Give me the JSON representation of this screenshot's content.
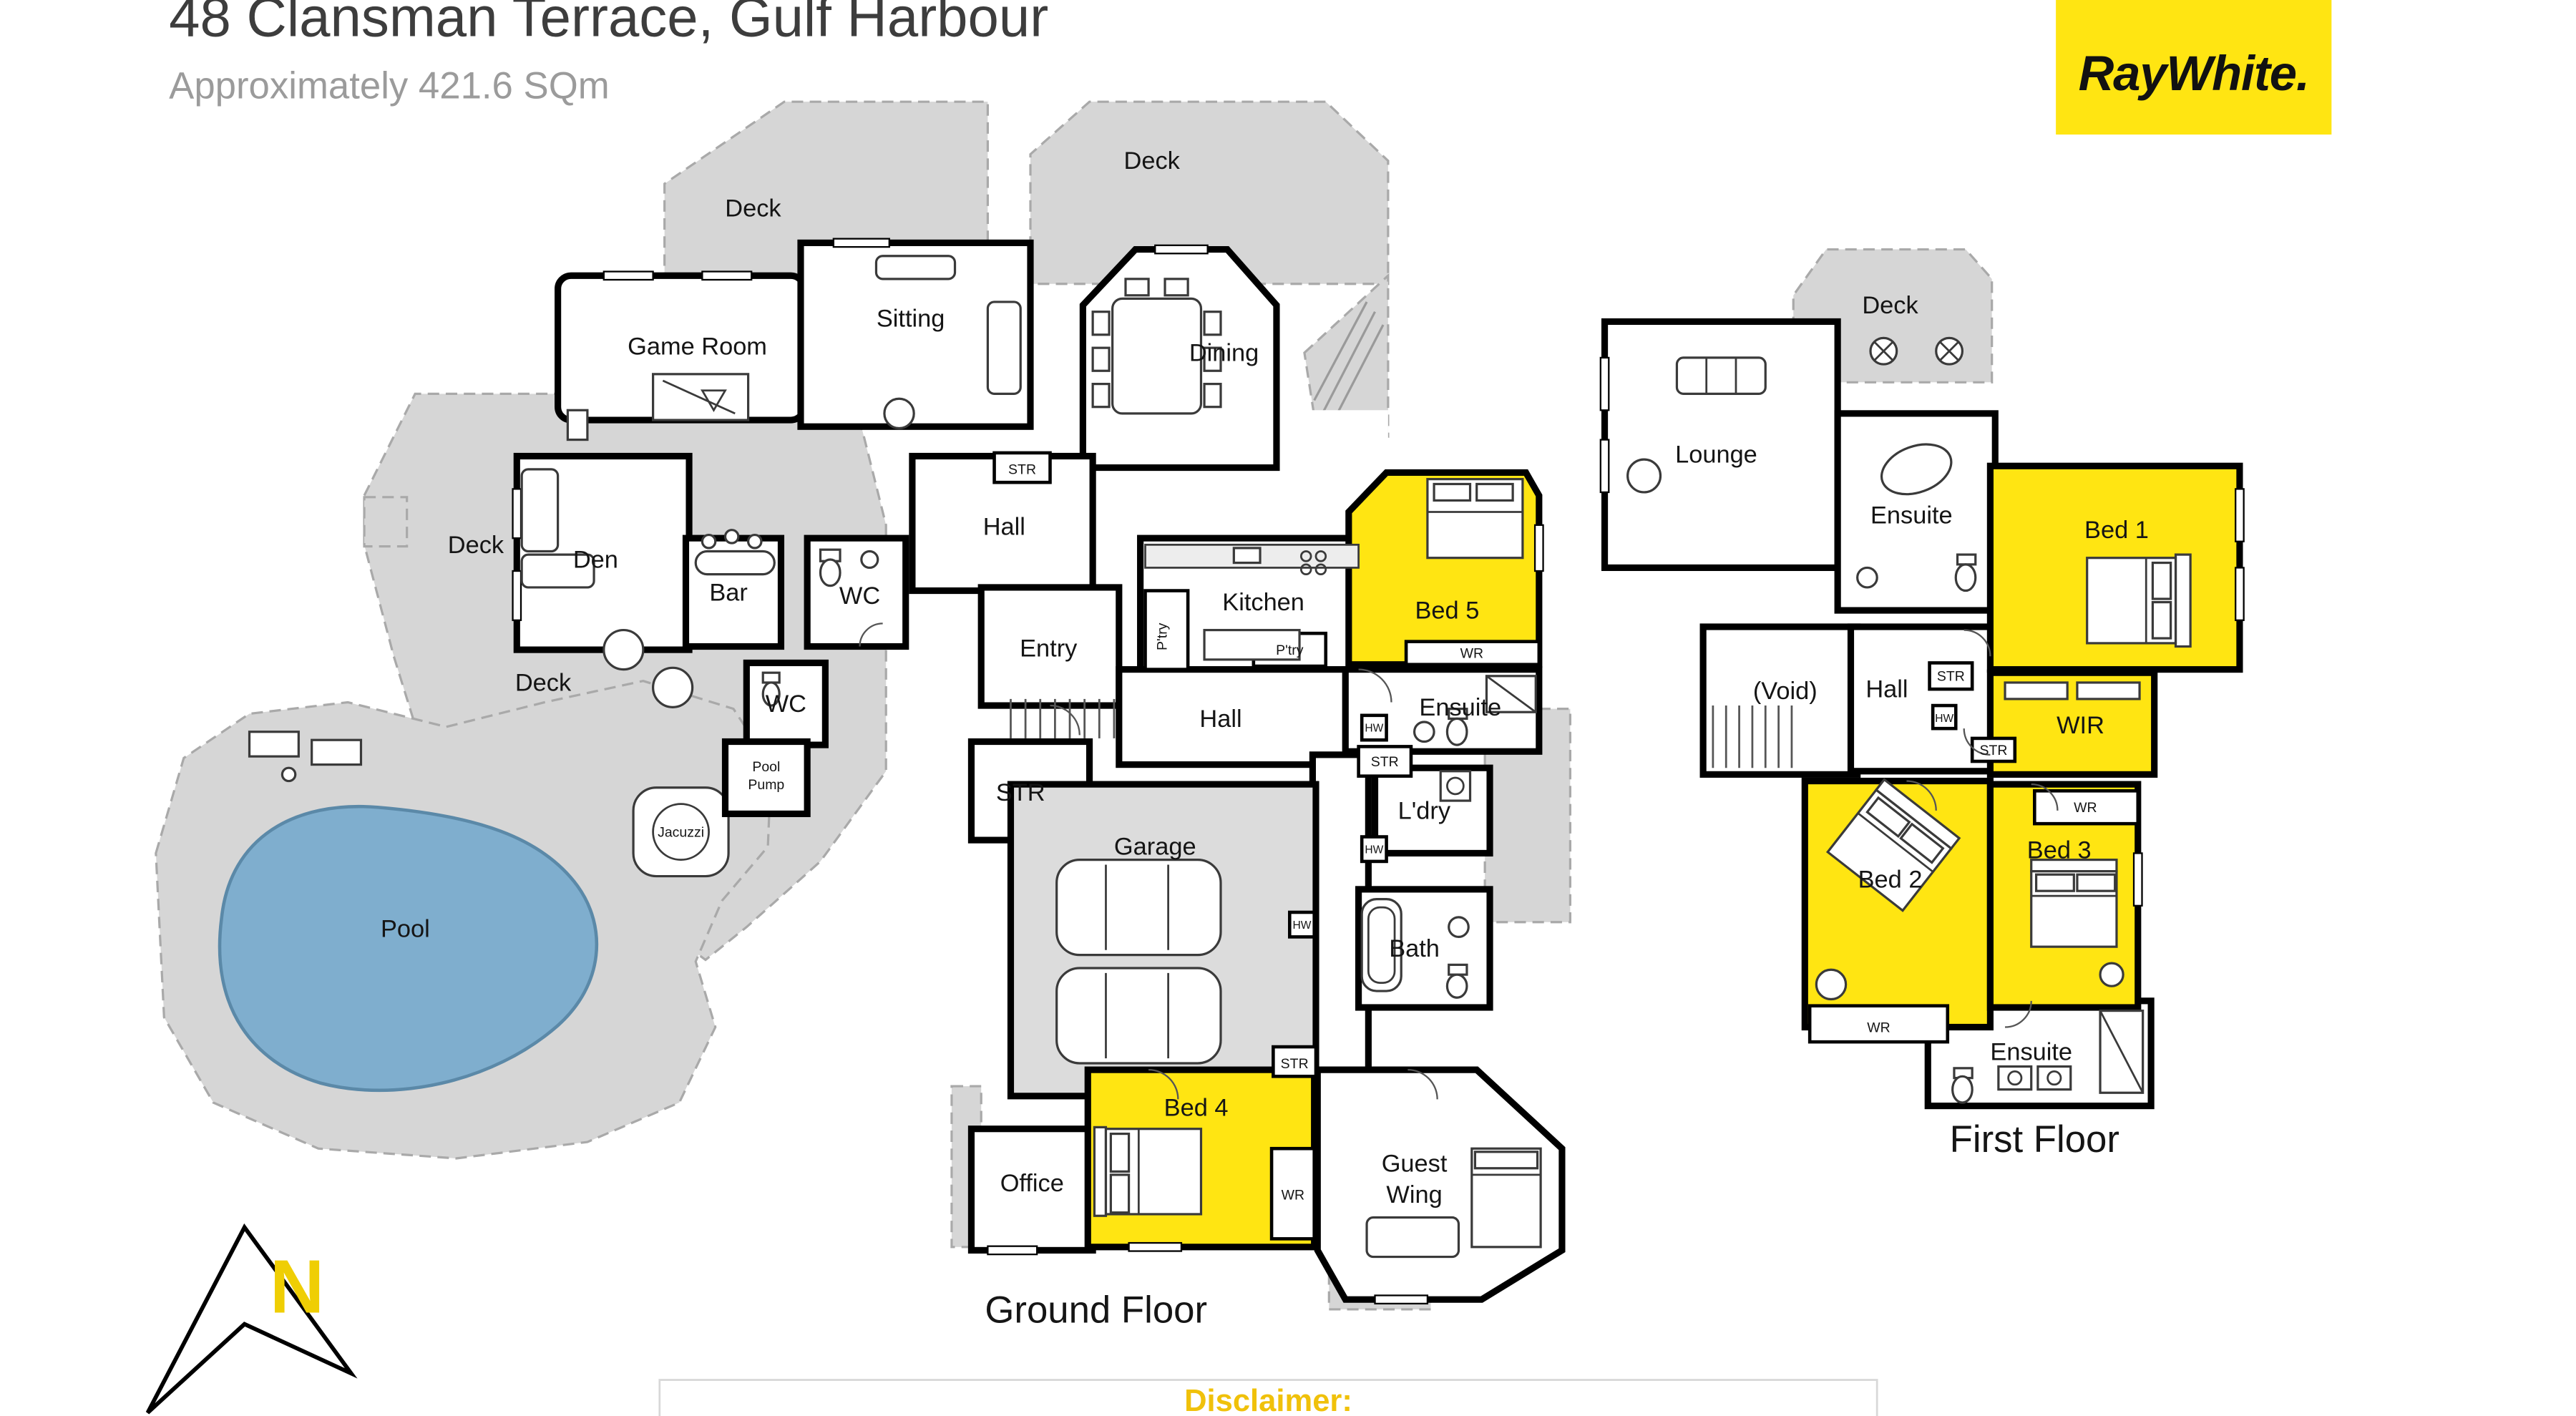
{
  "header": {
    "title": "48 Clansman Terrace, Gulf Harbour",
    "subtitle": "Approximately 421.6 SQm",
    "brand": "RayWhite."
  },
  "floor_titles": {
    "ground": "Ground Floor",
    "first": "First Floor"
  },
  "common_labels": {
    "deck": "Deck",
    "hall": "Hall",
    "ensuite": "Ensuite",
    "wc": "WC",
    "str": "STR",
    "wr": "WR",
    "hw": "HW",
    "ptry": "P'try"
  },
  "ground_floor": {
    "game_room": "Game Room",
    "sitting": "Sitting",
    "dining": "Dining",
    "den": "Den",
    "bar": "Bar",
    "entry": "Entry",
    "kitchen": "Kitchen",
    "bed5": "Bed 5",
    "ldry": "L'dry",
    "garage": "Garage",
    "bath": "Bath",
    "bed4": "Bed 4",
    "office": "Office",
    "guest_line1": "Guest",
    "guest_line2": "Wing",
    "pool": "Pool",
    "jacuzzi": "Jacuzzi",
    "pool_pump_line1": "Pool",
    "pool_pump_line2": "Pump"
  },
  "first_floor": {
    "lounge": "Lounge",
    "bed1": "Bed 1",
    "void": "(Void)",
    "wir": "WIR",
    "bed2": "Bed 2",
    "bed3": "Bed 3"
  },
  "compass": {
    "north": "N"
  },
  "footer": {
    "disclaimer": "Disclaimer:"
  },
  "colors": {
    "highlight_yellow": "#FFE512",
    "pool_blue": "#7FAECE",
    "deck_grey": "#D6D6D6",
    "wall_black": "#000000",
    "brand_yellow": "#FFE512",
    "disclaimer_gold": "#F0C10A"
  }
}
